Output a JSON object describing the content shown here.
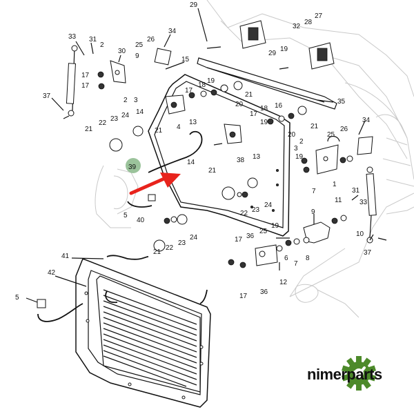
{
  "brand": {
    "name": "nimerparts",
    "gear_color": "#4d8a2a"
  },
  "colors": {
    "arrow": "#e8231c",
    "highlight_circle": "#8ab88a"
  },
  "highlighted_label": "39",
  "callouts": [
    {
      "id": "c29a",
      "text": "29"
    },
    {
      "id": "c33a",
      "text": "33"
    },
    {
      "id": "c31a",
      "text": "31"
    },
    {
      "id": "c2a",
      "text": "2"
    },
    {
      "id": "c30",
      "text": "30"
    },
    {
      "id": "c26a",
      "text": "26"
    },
    {
      "id": "c34a",
      "text": "34"
    },
    {
      "id": "c25a",
      "text": "25"
    },
    {
      "id": "c9a",
      "text": "9"
    },
    {
      "id": "c17a",
      "text": "17"
    },
    {
      "id": "c17b",
      "text": "17"
    },
    {
      "id": "c15",
      "text": "15"
    },
    {
      "id": "c2b",
      "text": "2"
    },
    {
      "id": "c3a",
      "text": "3"
    },
    {
      "id": "c37a",
      "text": "37"
    },
    {
      "id": "c32",
      "text": "32"
    },
    {
      "id": "c28",
      "text": "28"
    },
    {
      "id": "c27",
      "text": "27"
    },
    {
      "id": "c29b",
      "text": "29"
    },
    {
      "id": "c19a",
      "text": "19"
    },
    {
      "id": "c17c",
      "text": "17"
    },
    {
      "id": "c18a",
      "text": "18"
    },
    {
      "id": "c19b",
      "text": "19"
    },
    {
      "id": "c21a",
      "text": "21"
    },
    {
      "id": "c20a",
      "text": "20"
    },
    {
      "id": "c35",
      "text": "35"
    },
    {
      "id": "c24a",
      "text": "24"
    },
    {
      "id": "c14a",
      "text": "14"
    },
    {
      "id": "c4",
      "text": "4"
    },
    {
      "id": "c13a",
      "text": "13"
    },
    {
      "id": "c17d",
      "text": "17"
    },
    {
      "id": "c18b",
      "text": "18"
    },
    {
      "id": "c16",
      "text": "16"
    },
    {
      "id": "c19c",
      "text": "19"
    },
    {
      "id": "c21b",
      "text": "21"
    },
    {
      "id": "c22a",
      "text": "22"
    },
    {
      "id": "c23a",
      "text": "23"
    },
    {
      "id": "c21c",
      "text": "21"
    },
    {
      "id": "c20b",
      "text": "20"
    },
    {
      "id": "c21d",
      "text": "21"
    },
    {
      "id": "c25b",
      "text": "25"
    },
    {
      "id": "c26b",
      "text": "26"
    },
    {
      "id": "c34b",
      "text": "34"
    },
    {
      "id": "c38",
      "text": "38"
    },
    {
      "id": "c13b",
      "text": "13"
    },
    {
      "id": "c3b",
      "text": "3"
    },
    {
      "id": "c2c",
      "text": "2"
    },
    {
      "id": "c39",
      "text": "39"
    },
    {
      "id": "c14b",
      "text": "14"
    },
    {
      "id": "c21e",
      "text": "21"
    },
    {
      "id": "c19d",
      "text": "19"
    },
    {
      "id": "c1",
      "text": "1"
    },
    {
      "id": "c7a",
      "text": "7"
    },
    {
      "id": "c23b",
      "text": "23"
    },
    {
      "id": "c24b",
      "text": "24"
    },
    {
      "id": "c31b",
      "text": "31"
    },
    {
      "id": "c33b",
      "text": "33"
    },
    {
      "id": "c22b",
      "text": "22"
    },
    {
      "id": "c5a",
      "text": "5"
    },
    {
      "id": "c40",
      "text": "40"
    },
    {
      "id": "c9b",
      "text": "9"
    },
    {
      "id": "c11",
      "text": "11"
    },
    {
      "id": "c19e",
      "text": "19"
    },
    {
      "id": "c25c",
      "text": "25"
    },
    {
      "id": "c10",
      "text": "10"
    },
    {
      "id": "c21f",
      "text": "21"
    },
    {
      "id": "c22c",
      "text": "22"
    },
    {
      "id": "c23c",
      "text": "23"
    },
    {
      "id": "c24c",
      "text": "24"
    },
    {
      "id": "c17e",
      "text": "17"
    },
    {
      "id": "c36a",
      "text": "36"
    },
    {
      "id": "c6",
      "text": "6"
    },
    {
      "id": "c7b",
      "text": "7"
    },
    {
      "id": "c8",
      "text": "8"
    },
    {
      "id": "c37b",
      "text": "37"
    },
    {
      "id": "c41",
      "text": "41"
    },
    {
      "id": "c42",
      "text": "42"
    },
    {
      "id": "c12",
      "text": "12"
    },
    {
      "id": "c5b",
      "text": "5"
    },
    {
      "id": "c17f",
      "text": "17"
    },
    {
      "id": "c36b",
      "text": "36"
    }
  ]
}
